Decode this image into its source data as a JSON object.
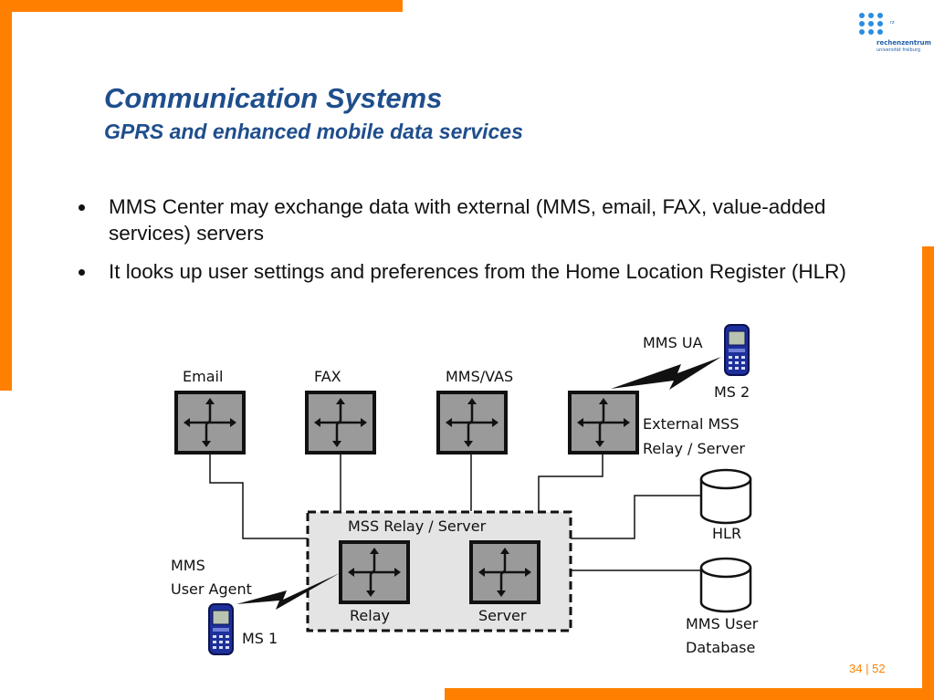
{
  "slide": {
    "title": "Communication Systems",
    "subtitle": "GPRS and enhanced mobile data services",
    "bullets": [
      "MMS Center may exchange data with external (MMS, email, FAX, value-added services) servers",
      "It looks up user settings and preferences from the Home Location Register (HLR)"
    ],
    "logo": {
      "small_text": "rz",
      "name": "rechenzentrum",
      "subname": "universität freiburg"
    },
    "page_current": "34",
    "page_separator": "|",
    "page_total": "52"
  },
  "diagram": {
    "email_label": "Email",
    "fax_label": "FAX",
    "mms_vas_label": "MMS/VAS",
    "mms_ua_label": "MMS UA",
    "ms2_label": "MS 2",
    "external_mss_line1": "External MSS",
    "external_mss_line2": "Relay / Server",
    "mss_relay_server_label": "MSS Relay / Server",
    "relay_label": "Relay",
    "server_label": "Server",
    "hlr_label": "HLR",
    "mms_user_db_line1": "MMS User",
    "mms_user_db_line2": "Database",
    "mms_agent_line1": "MMS",
    "mms_agent_line2": "User Agent",
    "ms1_label": "MS 1"
  },
  "colors": {
    "accent_orange": "#ff8000",
    "title_blue": "#1f4e8c",
    "node_gray": "#9a9a9a",
    "phone_blue": "#1d2f9a"
  }
}
